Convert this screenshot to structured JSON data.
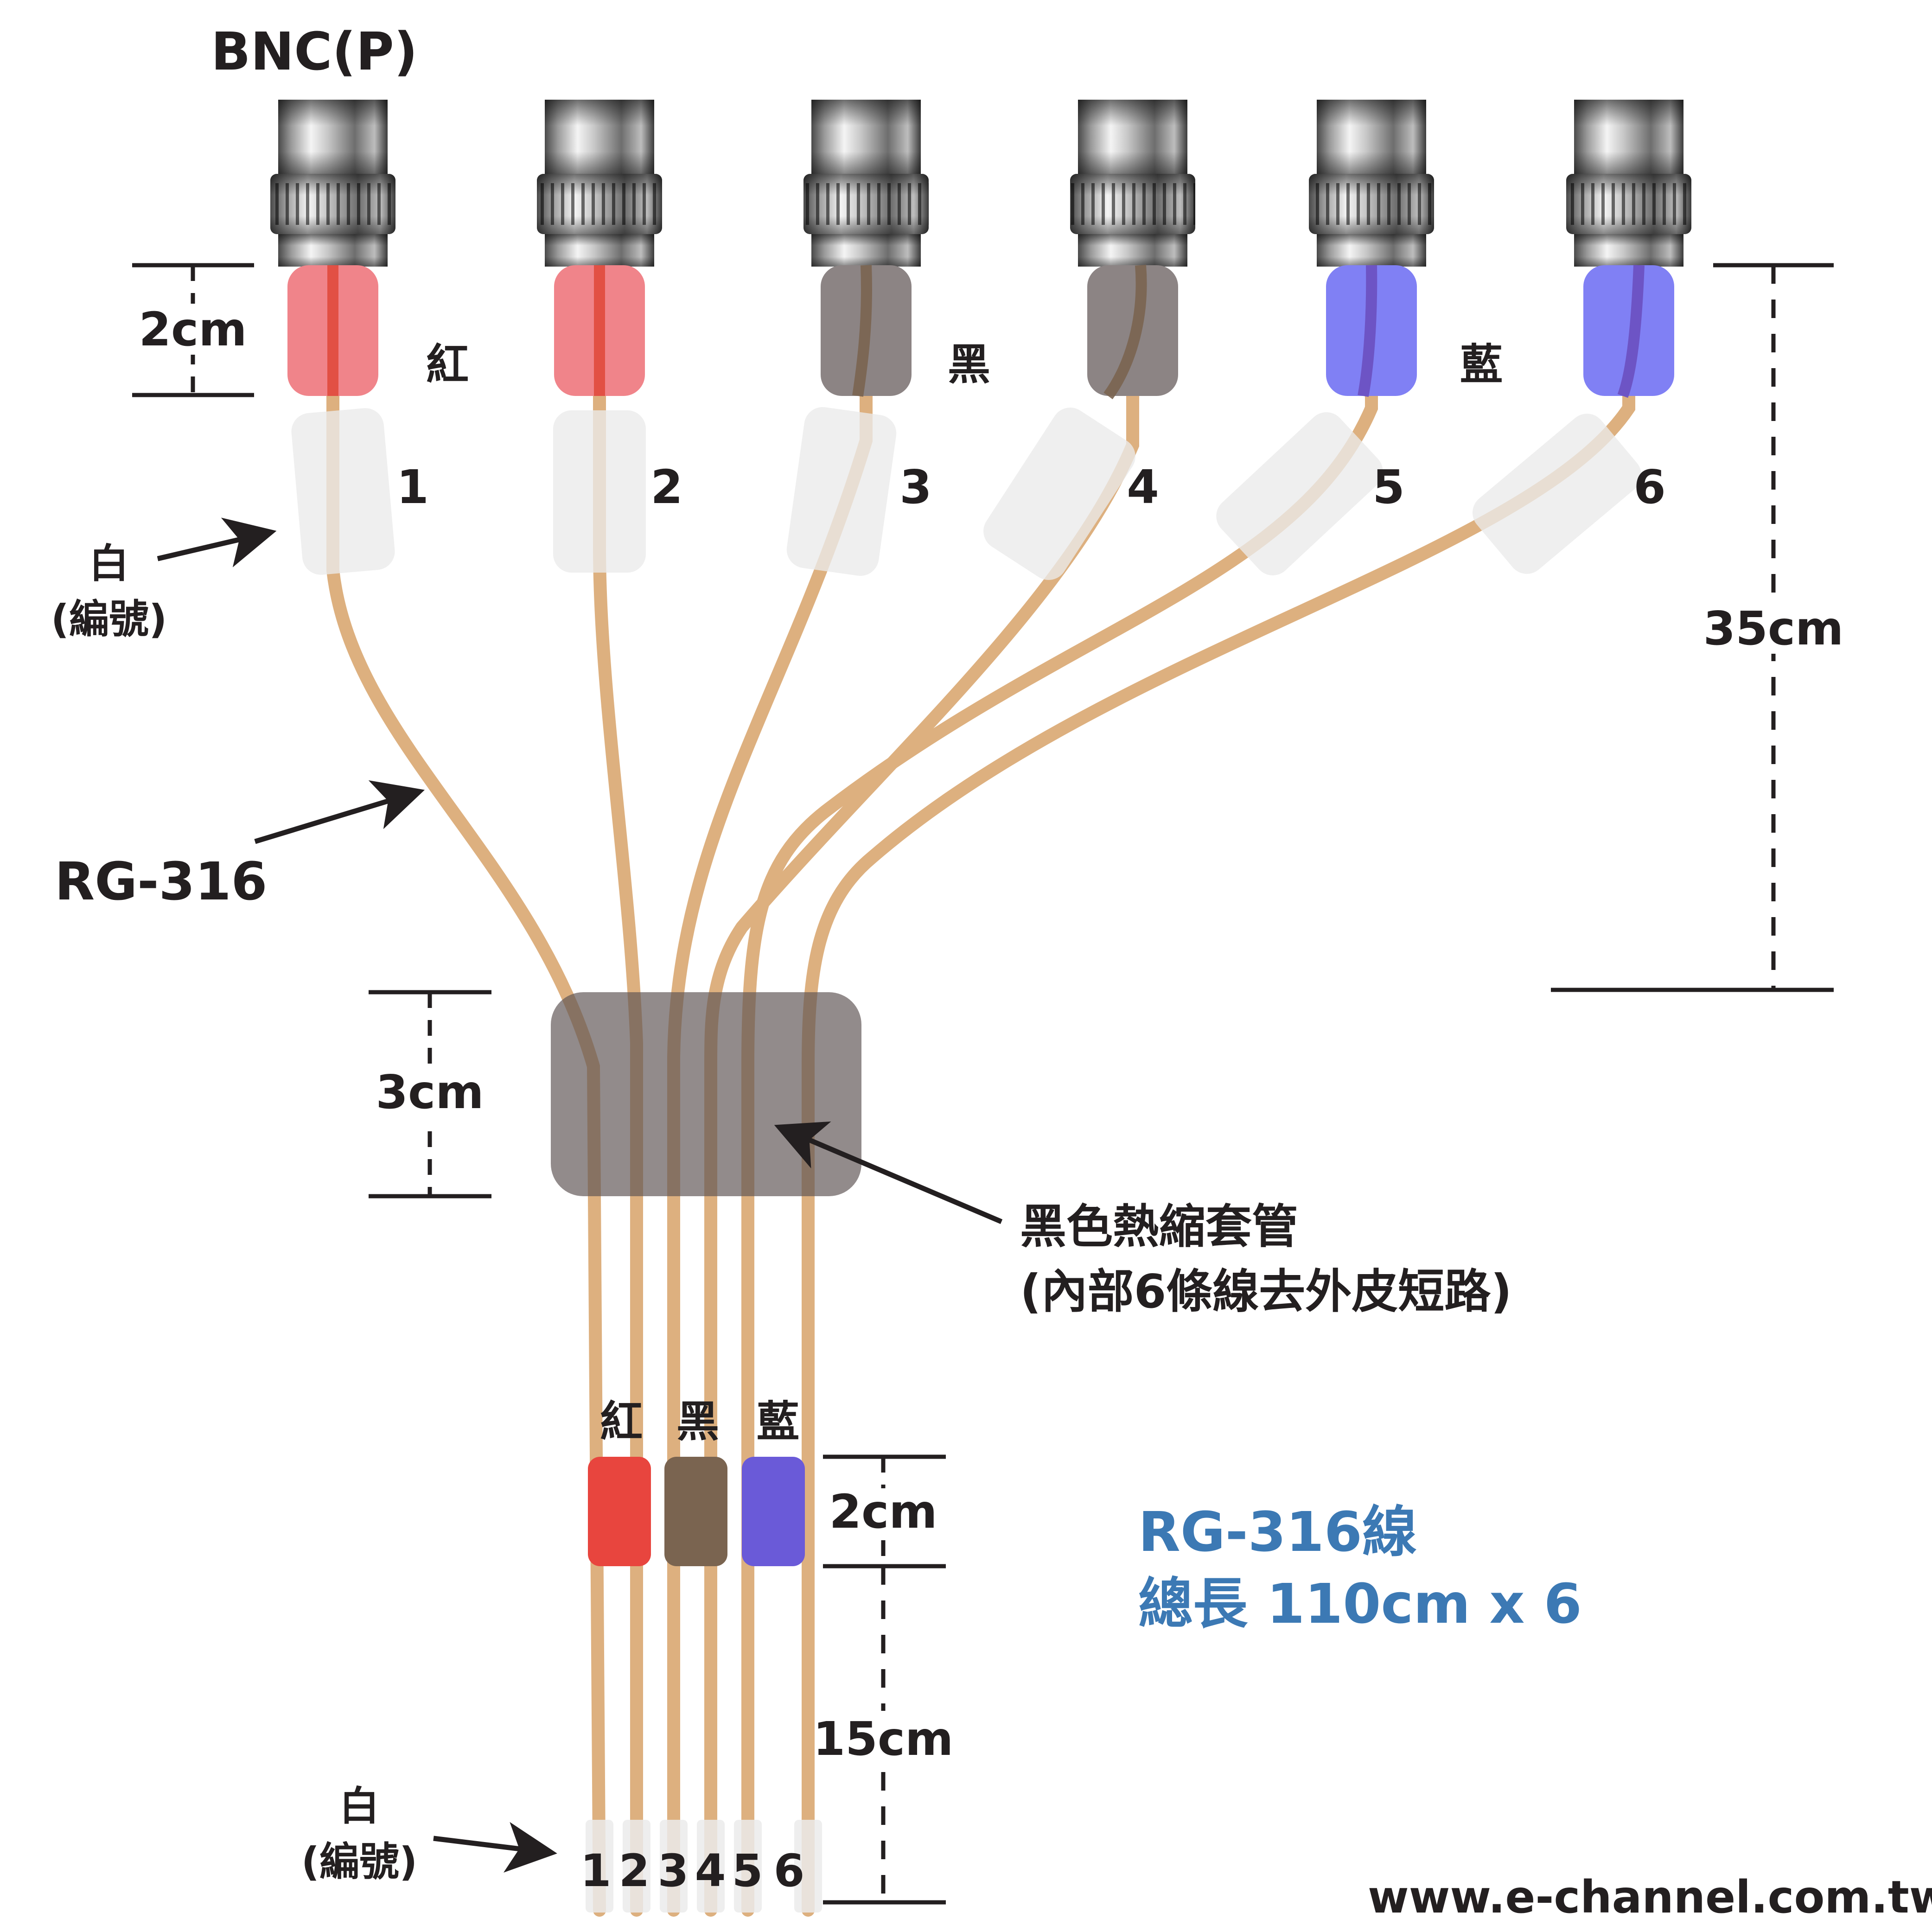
{
  "connector_label": "BNC(P)",
  "cable_label": "RG-316",
  "white_label": {
    "line1": "白",
    "line2": "(編號)"
  },
  "color_labels": {
    "red": "紅",
    "black": "黑",
    "blue": "藍"
  },
  "wire_numbers": [
    "1",
    "2",
    "3",
    "4",
    "5",
    "6"
  ],
  "dimensions": {
    "top_sleeve": "2cm",
    "branch_length": "35cm",
    "shrink_length": "3cm",
    "bottom_sleeve": "2cm",
    "tail_length": "15cm"
  },
  "shrink_tube": {
    "line1": "黑色熱縮套管",
    "line2": "(內部6條線去外皮短路)"
  },
  "spec": {
    "line1": "RG-316線",
    "line2": "總長 110cm x 6"
  },
  "website": "www.e-channel.com.tw",
  "colors": {
    "cable": "#ddb07f",
    "red_sleeve": "#f0848a",
    "red_core": "#e0473e",
    "black_sleeve": "#8c8484",
    "blue_sleeve": "#8080f4",
    "shrink": "#8c8484",
    "spec_text": "#3c79b4",
    "text": "#231f20"
  }
}
